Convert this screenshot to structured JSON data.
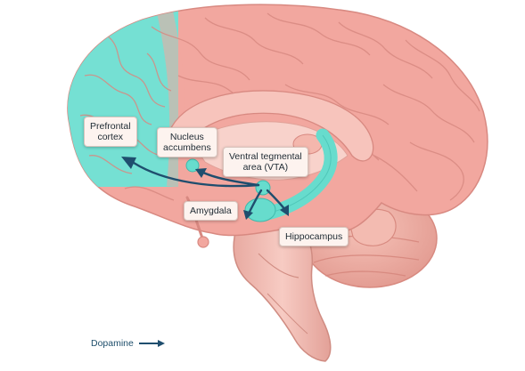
{
  "labels": {
    "prefrontal_cortex": {
      "line1": "Prefrontal",
      "line2": "cortex"
    },
    "nucleus_accumbens": {
      "line1": "Nucleus",
      "line2": "accumbens"
    },
    "vta": {
      "line1": "Ventral tegmental",
      "line2": "area (VTA)"
    },
    "amygdala": {
      "line1": "Amygdala"
    },
    "hippocampus": {
      "line1": "Hippocampus"
    }
  },
  "legend": {
    "label": "Dopamine"
  },
  "colors": {
    "brain": "#f2a79f",
    "brain_dark": "#d88981",
    "cortex_highlight": "#6ee3d6",
    "pathway": "#1f4e6e",
    "structures": "#67dccd"
  }
}
